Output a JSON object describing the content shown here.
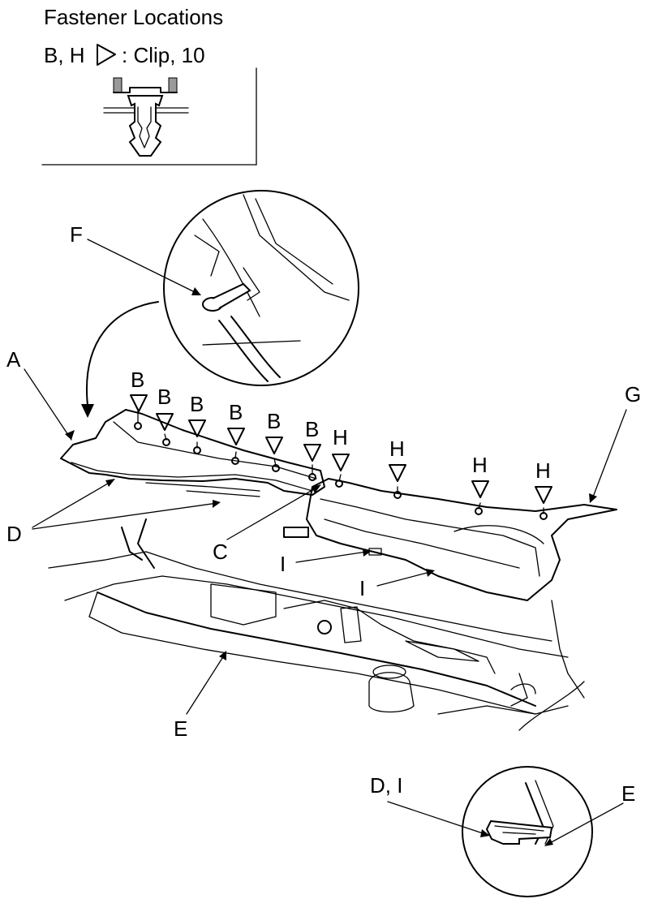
{
  "header": {
    "title": "Fastener Locations",
    "legend_prefix": "B, H",
    "legend_suffix": ": Clip, 10"
  },
  "callouts": {
    "A": "A",
    "B": "B",
    "C": "C",
    "D": "D",
    "E": "E",
    "F": "F",
    "G": "G",
    "H": "H",
    "I": "I",
    "DI": "D, I"
  },
  "icons": {
    "clip_marker": "triangle-outline-icon"
  }
}
